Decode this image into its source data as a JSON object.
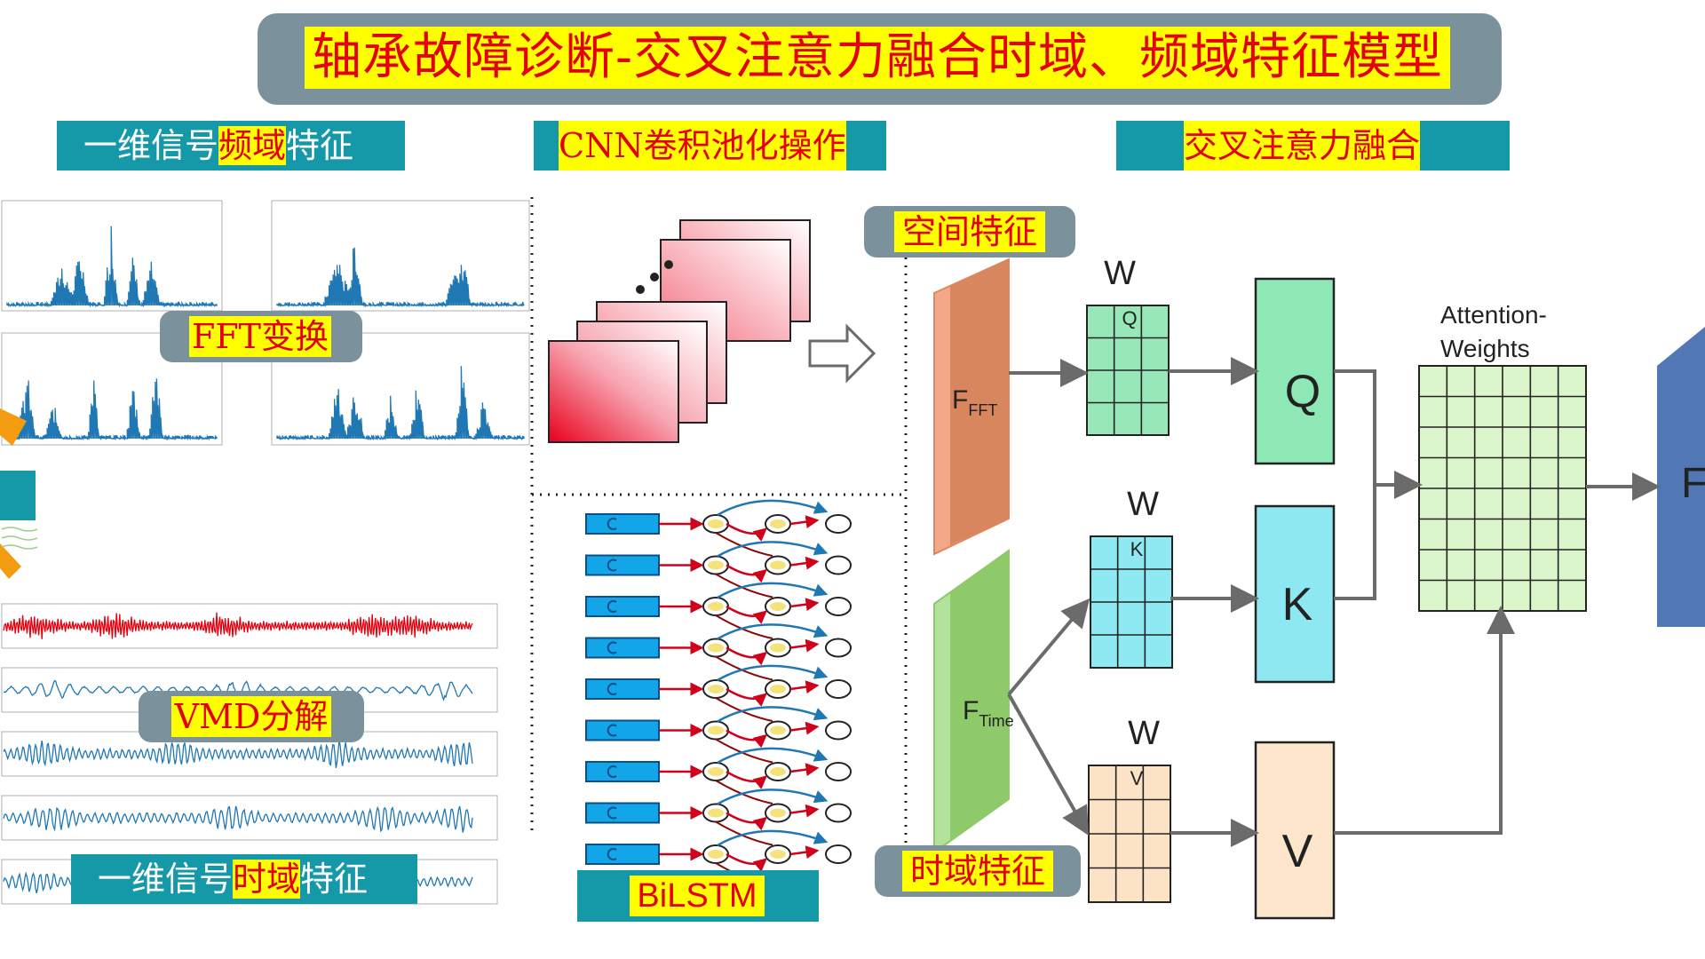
{
  "title": "轴承故障诊断-交叉注意力融合时域、频域特征模型",
  "sections": {
    "freq_prefix": "一维信号",
    "freq_highlight": "频域",
    "freq_suffix": "特征",
    "cnn": "CNN卷积池化操作",
    "cross_attention": "交叉注意力融合",
    "time_prefix": "一维信号",
    "time_highlight": "时域",
    "time_suffix": "特征"
  },
  "labels": {
    "fft": "FFT变换",
    "vmd": "VMD分解",
    "spatial": "空间特征",
    "temporal": "时域特征",
    "bilstm": "BiLSTM"
  },
  "attention": {
    "f_fft_main": "F",
    "f_fft_sub": "FFT",
    "f_time_main": "F",
    "f_time_sub": "Time",
    "w": "W",
    "wq_sub": "Q",
    "wk_sub": "K",
    "wv_sub": "V",
    "q": "Q",
    "k": "K",
    "v": "V",
    "weights_line1": "Attention-",
    "weights_line2": "Weights",
    "output": "F"
  },
  "colors": {
    "banner": "#7b919c",
    "section_bg": "#1598a8",
    "highlight": "#ffff00",
    "highlight_text": "#e3000f",
    "fft_block": "#e2895e",
    "time_block": "#8ec96a",
    "wq": "#97e7b8",
    "wk": "#8ee9f2",
    "wv": "#fde3c6",
    "q_box": "#8ee8b6",
    "k_box": "#8de8f2",
    "v_box": "#fde6cc",
    "weights": "#d9f5c9",
    "output": "#5277b5",
    "arrow": "#6b6b6b",
    "signal_blue": "#1f77b4",
    "signal_red": "#e3000f"
  },
  "icons": [
    "hollow-arrow-icon"
  ]
}
